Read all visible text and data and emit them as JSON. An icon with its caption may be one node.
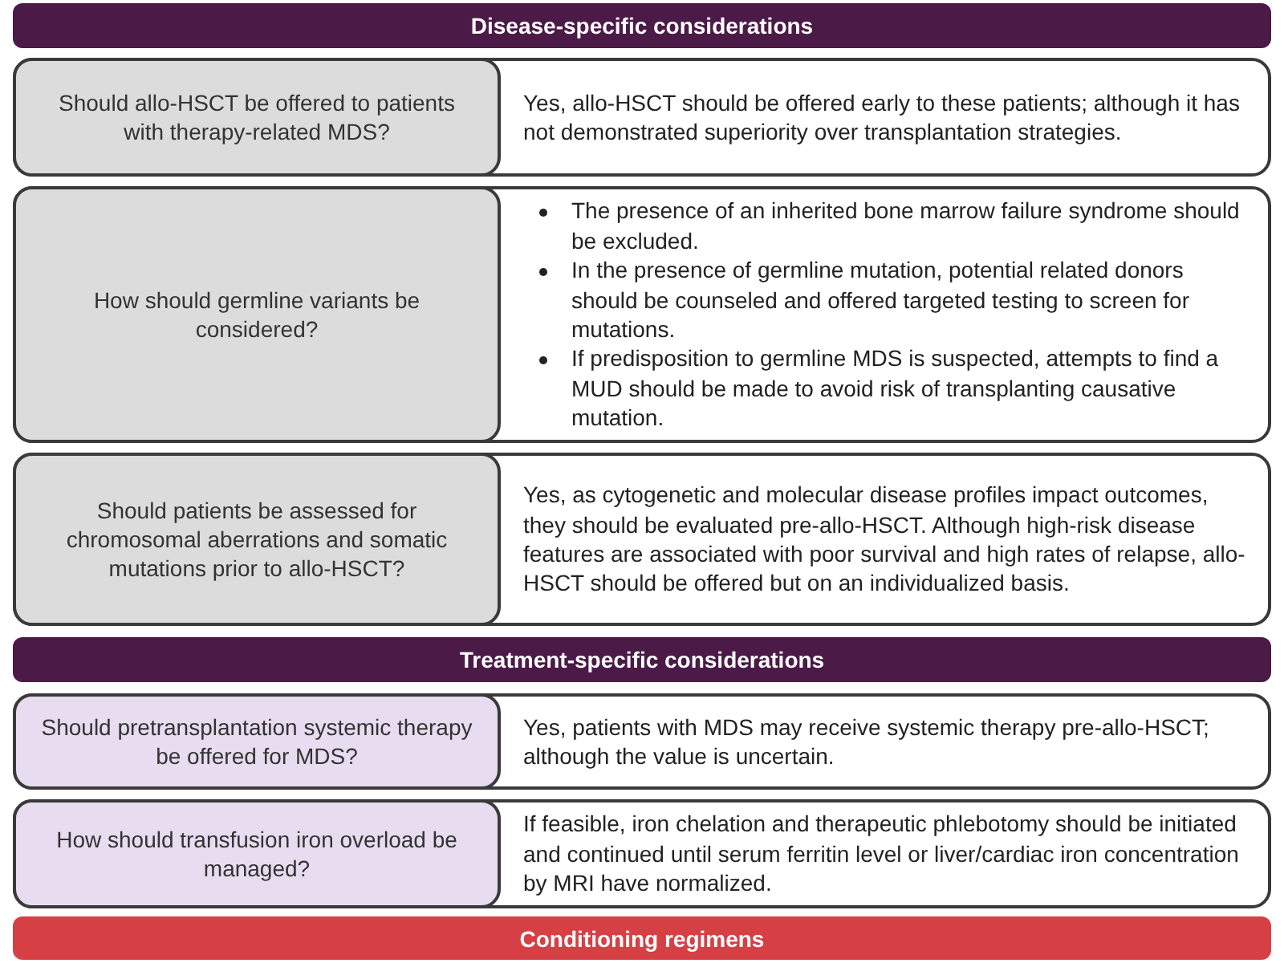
{
  "diagram": {
    "nodes": [
      {
        "text": [
          "Disease-specific considerations"
        ]
      },
      {
        "text": [
          "Yes, allo-HSCT should be offered early to these patients; although it has not demonstrated superiority over transplantation strategies."
        ]
      },
      {
        "text": [
          "Should allo-HSCT be offered to patients with therapy-related MDS?"
        ],
        "in": 1
      },
      {
        "text": [
          "The presence of an inherited bone marrow failure syndrome should be excluded.",
          "In the presence of germline mutation, potential related donors should be counseled and offered targeted testing to screen for mutations.",
          "If predisposition to germline MDS is suspected, attempts to find a MUD should be made to avoid risk of transplanting causative mutation."
        ]
      },
      {
        "text": [
          "How should germline variants be considered?"
        ],
        "in": 3
      },
      {
        "text": [
          "Yes, as cytogenetic and molecular disease profiles impact outcomes, they should be evaluated pre-allo-HSCT. Although high-risk disease features are associated with poor survival and high rates of relapse, allo-HSCT should be offered but on an individualized basis."
        ]
      },
      {
        "text": [
          "Should patients be assessed for chromosomal aberrations and somatic mutations prior to allo-HSCT?"
        ],
        "in": 5
      },
      {
        "text": [
          "Treatment-specific considerations"
        ]
      },
      {
        "text": [
          "Yes, patients with MDS may receive systemic therapy pre-allo-HSCT; although the value is uncertain."
        ]
      },
      {
        "text": [
          "Should pretransplantation systemic therapy be offered for MDS?"
        ],
        "in": 8
      },
      {
        "text": [
          "If feasible, iron chelation and therapeutic phlebotomy should be initiated and continued until serum ferritin level or liver/cardiac iron concentration by MRI have normalized."
        ]
      },
      {
        "text": [
          "How should transfusion iron overload be managed?"
        ],
        "in": 10
      },
      {
        "text": [
          "Conditioning regimens"
        ]
      }
    ]
  }
}
